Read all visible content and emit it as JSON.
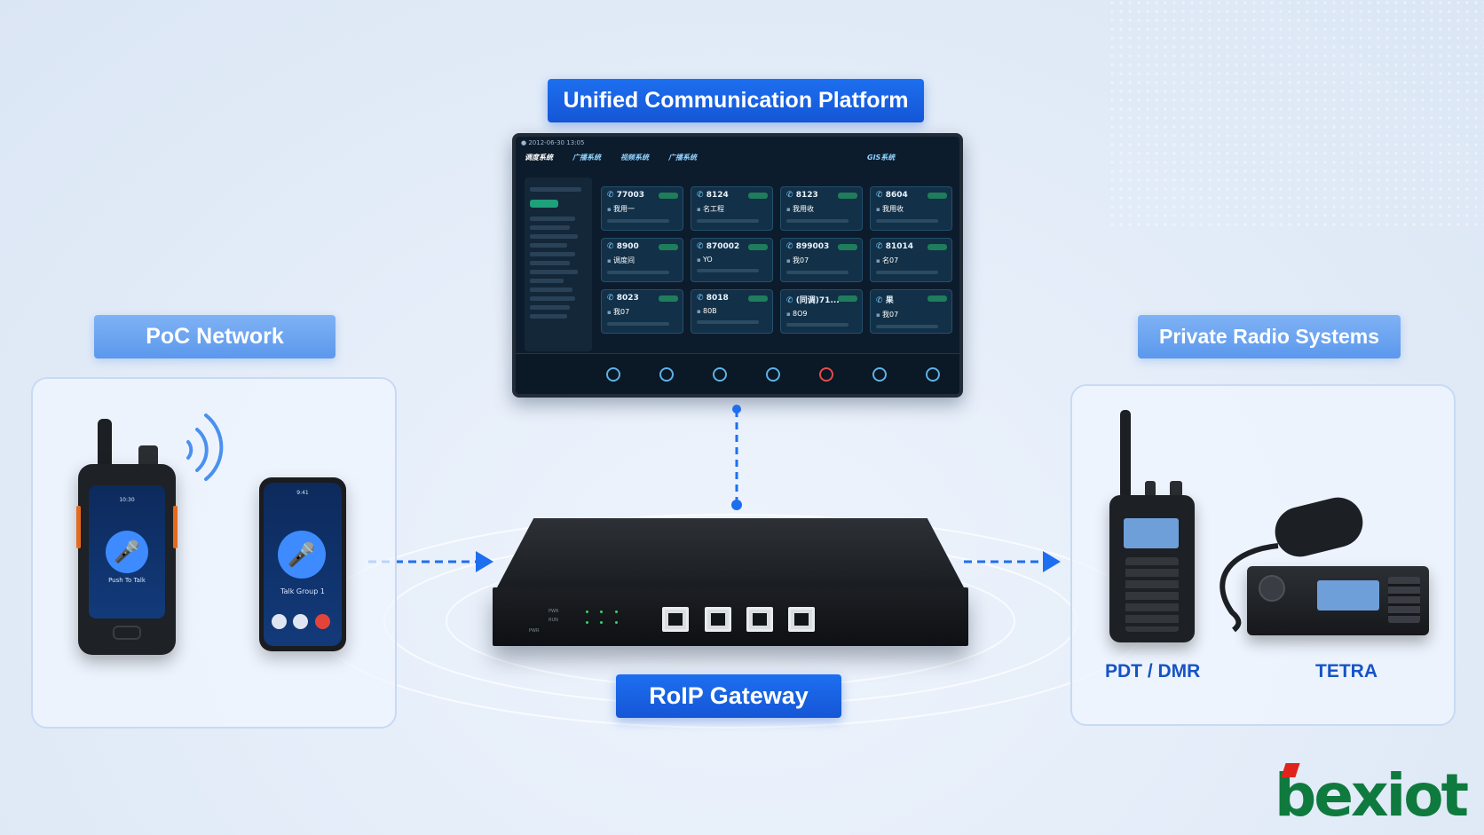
{
  "title": "Unified Communication Platform",
  "left_section": {
    "title": "PoC Network",
    "rugged_phone_caption": "Push To Talk",
    "smartphone_caption": "Talk Group 1"
  },
  "right_section": {
    "title": "Private Radio Systems",
    "devices": [
      {
        "label": "PDT / DMR"
      },
      {
        "label": "TETRA"
      }
    ]
  },
  "gateway": {
    "label": "RoIP Gateway",
    "ports": 4
  },
  "dashboard": {
    "nav": [
      "调度系统",
      "广播系统",
      "视频系统",
      "广播系统",
      "GIS系统"
    ],
    "cards": [
      {
        "id": "77003",
        "name": "我用一"
      },
      {
        "id": "8124",
        "name": "名工程"
      },
      {
        "id": "8123",
        "name": "我用收"
      },
      {
        "id": "8604",
        "name": "我用收"
      },
      {
        "id": "8900",
        "name": "调度间"
      },
      {
        "id": "870002",
        "name": "YO"
      },
      {
        "id": "899003",
        "name": "我07"
      },
      {
        "id": "81014",
        "name": "名07"
      },
      {
        "id": "8023",
        "name": "我07"
      },
      {
        "id": "8018",
        "name": "80B"
      },
      {
        "id": "(同调)71...",
        "name": "8O9"
      },
      {
        "id": "果",
        "name": "我07"
      }
    ]
  },
  "logo": "bexiot",
  "colors": {
    "accent": "#1d6ff0",
    "logo_green": "#0f7a3e",
    "logo_red": "#e0241b"
  }
}
